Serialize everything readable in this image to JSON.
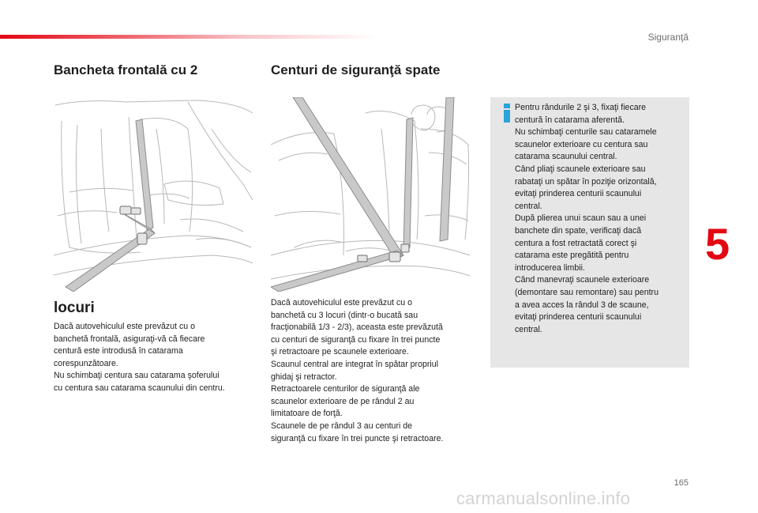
{
  "header": {
    "section_label": "Siguranţă",
    "chapter_number": "5",
    "page_number": "165"
  },
  "left": {
    "title": "Bancheta frontală cu 2",
    "subtitle": "locuri",
    "paragraph_lines": [
      "Dacă autovehiculul este prevăzut cu o",
      "banchetă frontală, asiguraţi-vă că fiecare",
      "centură este introdusă în catarama",
      "corespunzătoare.",
      "Nu schimbaţi centura sau catarama şoferului",
      "cu centura sau catarama scaunului din centru."
    ]
  },
  "middle": {
    "title": "Centuri de siguranţă spate",
    "paragraph_lines": [
      "Dacă autovehiculul este prevăzut cu o",
      "banchetă cu 3 locuri (dintr-o bucată sau",
      "fracţionabilă 1/3 - 2/3), aceasta este prevăzută",
      "cu centuri de siguranţă cu fixare în trei puncte",
      "şi retractoare pe scaunele exterioare.",
      "Scaunul central are integrat în spătar propriul",
      "ghidaj şi retractor.",
      "Retractoarele centurilor de siguranţă ale",
      "scaunelor exterioare de pe rândul 2 au",
      "limitatoare de forţă.",
      "Scaunele de pe rândul 3 au centuri de",
      "siguranţă cu fixare în trei puncte şi retractoare."
    ]
  },
  "info_box": {
    "icon": "info-icon",
    "lines": [
      "Pentru rândurile 2 şi 3, fixaţi fiecare",
      "centură în catarama aferentă.",
      "Nu schimbaţi centurile sau cataramele",
      "scaunelor exterioare cu centura sau",
      "catarama scaunului central.",
      "Când pliaţi scaunele exterioare sau",
      "rabataţi un spătar în poziţie orizontală,",
      "evitaţi prinderea centurii scaunului",
      "central.",
      "După plierea unui scaun sau a unei",
      "banchete din spate, verificaţi dacă",
      "centura a fost retractată corect şi",
      "catarama este pregătită pentru",
      "introducerea limbii.",
      "Când manevraţi scaunele exterioare",
      "(demontare sau remontare) sau pentru",
      "a avea acces la rândul 3 de scaune,",
      "evitaţi prinderea centurii scaunului",
      "central."
    ]
  },
  "watermark": "carmanualsonline.info",
  "colors": {
    "accent_red": "#e30613",
    "info_blue": "#2aa3d8",
    "info_box_bg": "#e6e6e6"
  }
}
